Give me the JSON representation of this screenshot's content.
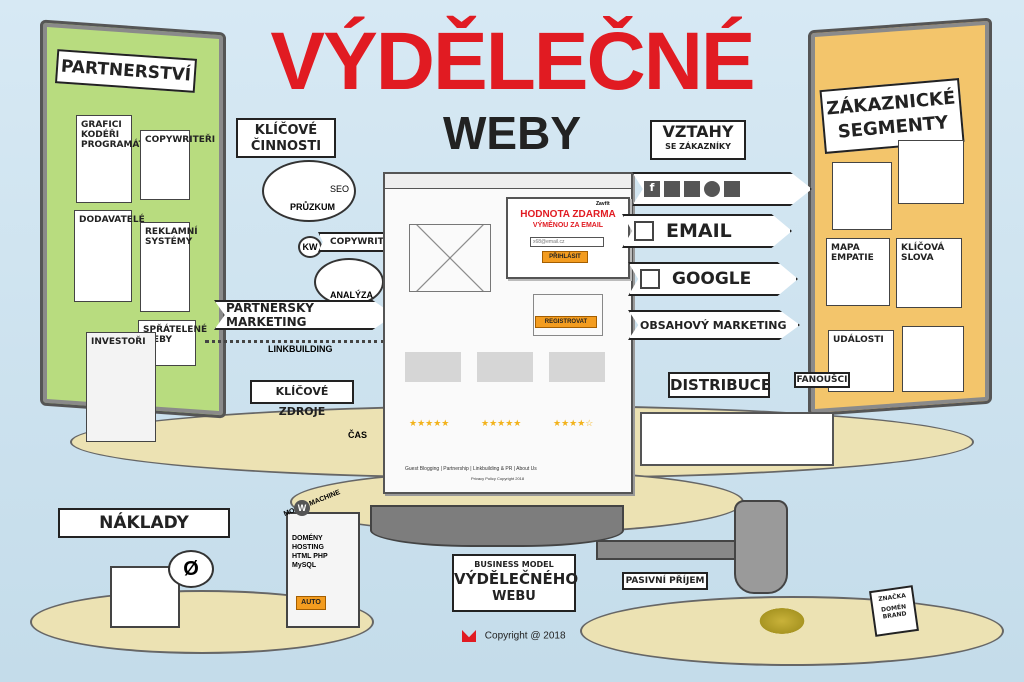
{
  "header": {
    "title": "VÝDĚLEČNÉ",
    "subtitle": "WEBY"
  },
  "left_board": {
    "title": "PARTNERSTVÍ",
    "cards": [
      {
        "label": "GRAFICI KODÉŘI PROGRAMÁTOŘI"
      },
      {
        "label": "COPYWRITEŘI"
      },
      {
        "label": "DODAVATELÉ"
      },
      {
        "label": "REKLAMNÍ SYSTÉMY"
      },
      {
        "label": "SPŘÁTELENÉ WEBY"
      },
      {
        "label": "INVESTOŘI"
      }
    ]
  },
  "right_board": {
    "title": "ZÁKAZNICKÉ SEGMENTY",
    "cards": [
      {
        "label": "MAPA EMPATIE"
      },
      {
        "label": "KLÍČOVÁ SLOVA"
      },
      {
        "label": "UDÁLOSTI"
      }
    ]
  },
  "signs": {
    "key_activities": "KLÍČOVÉ ČINNOSTI",
    "relationships_main": "VZTAHY",
    "relationships_sub": "SE ZÁKAZNÍKY",
    "key_resources": "KLÍČOVÉ ZDROJE",
    "distribution": "DISTRIBUCE",
    "fans": "FANOUŠCI",
    "costs": "NÁKLADY",
    "business_model_1": "BUSINESS MODEL",
    "business_model_2": "VÝDĚLEČNÉHO",
    "business_model_3": "WEBU",
    "passive_income": "PASIVNÍ PŘÍJEM",
    "mark": "ZNAČKA",
    "domain": "DOMÉN BRAND"
  },
  "arrows": {
    "email": "EMAIL",
    "google": "GOOGLE",
    "content_marketing": "OBSAHOVÝ MARKETING",
    "partner_marketing": "PARTNERSKÝ MARKETING"
  },
  "labels": {
    "research": "PRŮZKUM",
    "seo": "SEO",
    "kw": "KW",
    "copywriting": "COPYWRITING",
    "analysis": "ANALÝZA",
    "linkbuilding": "LINKBUILDING",
    "time": "ČAS",
    "zero": "Ø",
    "money_machine": "MONEY MACHINE",
    "tech_stack": "DOMÉNY HOSTING HTML PHP MySQL",
    "auto": "AUTO"
  },
  "browser": {
    "popup_title": "HODNOTA ZDARMA",
    "popup_sub": "VÝMĚNOU ZA EMAIL",
    "email_placeholder": "x68@email.cz",
    "login_button": "PŘIHLÁSIT",
    "register_button": "REGISTROVAT",
    "close_label": "Zavřít",
    "footer": "Guest Blogging | Partnership | Linkbuilding & PR | About Us",
    "footer_sub": "Privacy Policy  Copyright 2018"
  },
  "footer": {
    "copyright": "Copyright @ 2018"
  },
  "colors": {
    "accent": "#e11b22",
    "left_board": "#b8dc7f",
    "right_board": "#f3c56b",
    "cta": "#f39c1f"
  }
}
